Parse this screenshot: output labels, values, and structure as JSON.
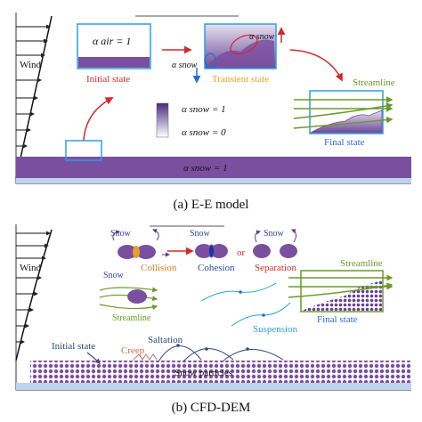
{
  "panel_a": {
    "caption": "(a) E-E model",
    "wind": "Wind",
    "alpha_air": "α air = 1",
    "initial_state": "Initial state",
    "transient_state": "Transient state",
    "alpha_snow_label": "α snow",
    "legend_one": "α snow = 1",
    "legend_zero": "α snow = 0",
    "streamline": "Streamline",
    "final_state": "Final state",
    "ground_label": "α snow = 1"
  },
  "panel_b": {
    "caption": "(b) CFD-DEM",
    "wind": "Wind",
    "snow1": "Snow",
    "snow2": "Snow",
    "snow3": "Snow",
    "snow4": "Snow",
    "collision": "Collision",
    "cohesion": "Cohesion",
    "or": "or",
    "separation": "Separation",
    "streamline_left": "Streamline",
    "streamline_right": "Streamline",
    "final_state": "Final state",
    "suspension": "Suspension",
    "saltation": "Saltation",
    "creep": "Creep",
    "initial_state": "Initial state",
    "snow_particles": "Snow particles"
  },
  "colors": {
    "purple": "#7b4fa0",
    "blue": "#2aa0e0",
    "red": "#d42a2a",
    "green": "#6a9a2a",
    "orange": "#e8a020"
  }
}
